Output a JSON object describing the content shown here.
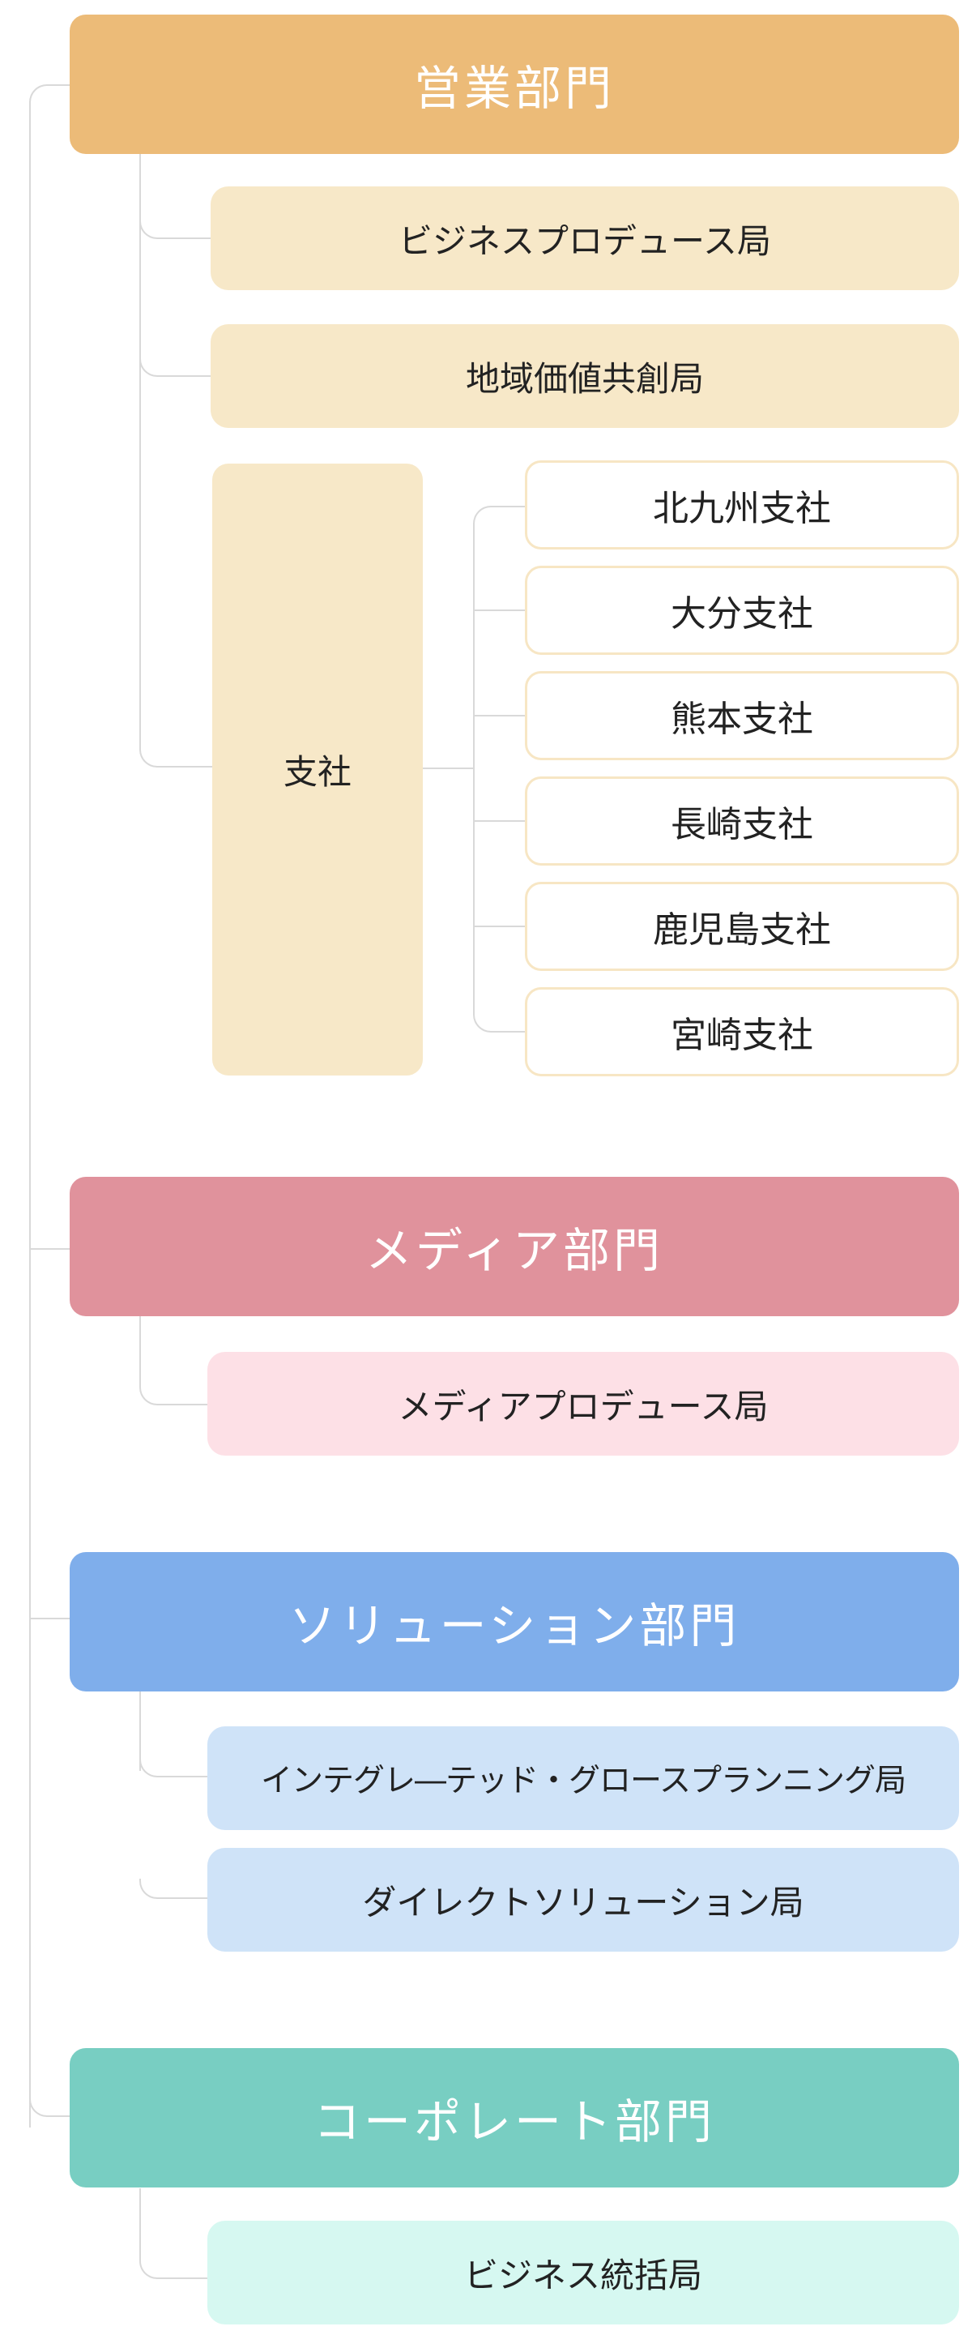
{
  "colors": {
    "sales": "#ecbb78",
    "sales_light": "#f7e8c8",
    "media": "#e0929c",
    "media_light": "#fde0e6",
    "solution": "#7faeeb",
    "solution_light": "#cfe3f8",
    "corporate": "#78cec2",
    "corporate_light": "#d6f8f1",
    "connector": "#d9d9d9"
  },
  "departments": [
    {
      "name": "営業部門",
      "bureaus": [
        "ビジネスプロデュース局",
        "地域価値共創局"
      ],
      "branch_group": {
        "name": "支社",
        "branches": [
          "北九州支社",
          "大分支社",
          "熊本支社",
          "長崎支社",
          "鹿児島支社",
          "宮崎支社"
        ]
      }
    },
    {
      "name": "メディア部門",
      "bureaus": [
        "メディアプロデュース局"
      ]
    },
    {
      "name": "ソリューション部門",
      "bureaus": [
        "インテグレ―テッド・グロースプランニング局",
        "ダイレクトソリューション局"
      ]
    },
    {
      "name": "コーポレート部門",
      "bureaus": [
        "ビジネス統括局"
      ]
    }
  ]
}
